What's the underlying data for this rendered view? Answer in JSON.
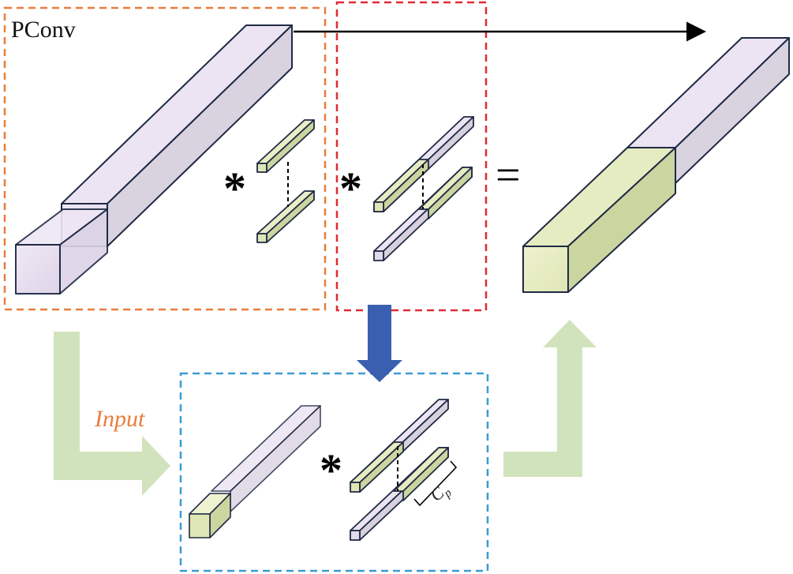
{
  "figure": {
    "title": "PConv",
    "input_label": "Input",
    "conv_operator": "*",
    "equals_operator": "=",
    "channel_label": "C",
    "channel_subscript": "p"
  },
  "colors": {
    "orange_frame": "#e87d3e",
    "red_frame": "#e02b35",
    "blue_frame": "#3b9bd3",
    "lavender_face": "#e6dcef",
    "lavender_side": "#d9d3df",
    "green_face": "#e6ecc2",
    "green_side": "#cbd59f",
    "outline": "#1f2a44",
    "blue_arrow": "#3a5fb0",
    "green_arrow": "#cfe2b8",
    "input_text": "#e87d3e"
  }
}
